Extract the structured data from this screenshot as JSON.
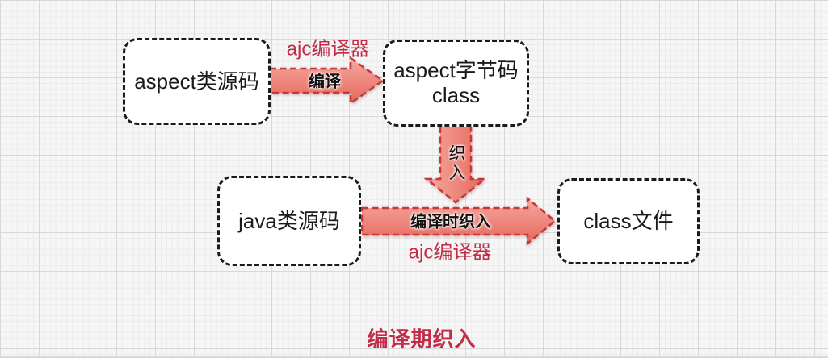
{
  "colors": {
    "arrow_fill_light": "#f5a89e",
    "arrow_fill_dark": "#e6675c",
    "arrow_border": "#c5393c",
    "red_text": "#c12c46",
    "box_border": "#1b1b1b",
    "box_fill": "#ffffff",
    "text": "#1a1a1a"
  },
  "boxes": {
    "aspect_source": {
      "label": "aspect类源码"
    },
    "aspect_bytecode": {
      "line1": "aspect字节码",
      "line2": "class"
    },
    "java_source": {
      "label": "java类源码"
    },
    "class_file": {
      "label": "class文件"
    }
  },
  "arrows": {
    "compile": {
      "label_above": "ajc编译器",
      "label_on": "编译"
    },
    "weave": {
      "label_on": "织入"
    },
    "compile_time_weave": {
      "label_on": "编译时织入",
      "label_below": "ajc编译器"
    }
  },
  "caption": "编译期织入"
}
